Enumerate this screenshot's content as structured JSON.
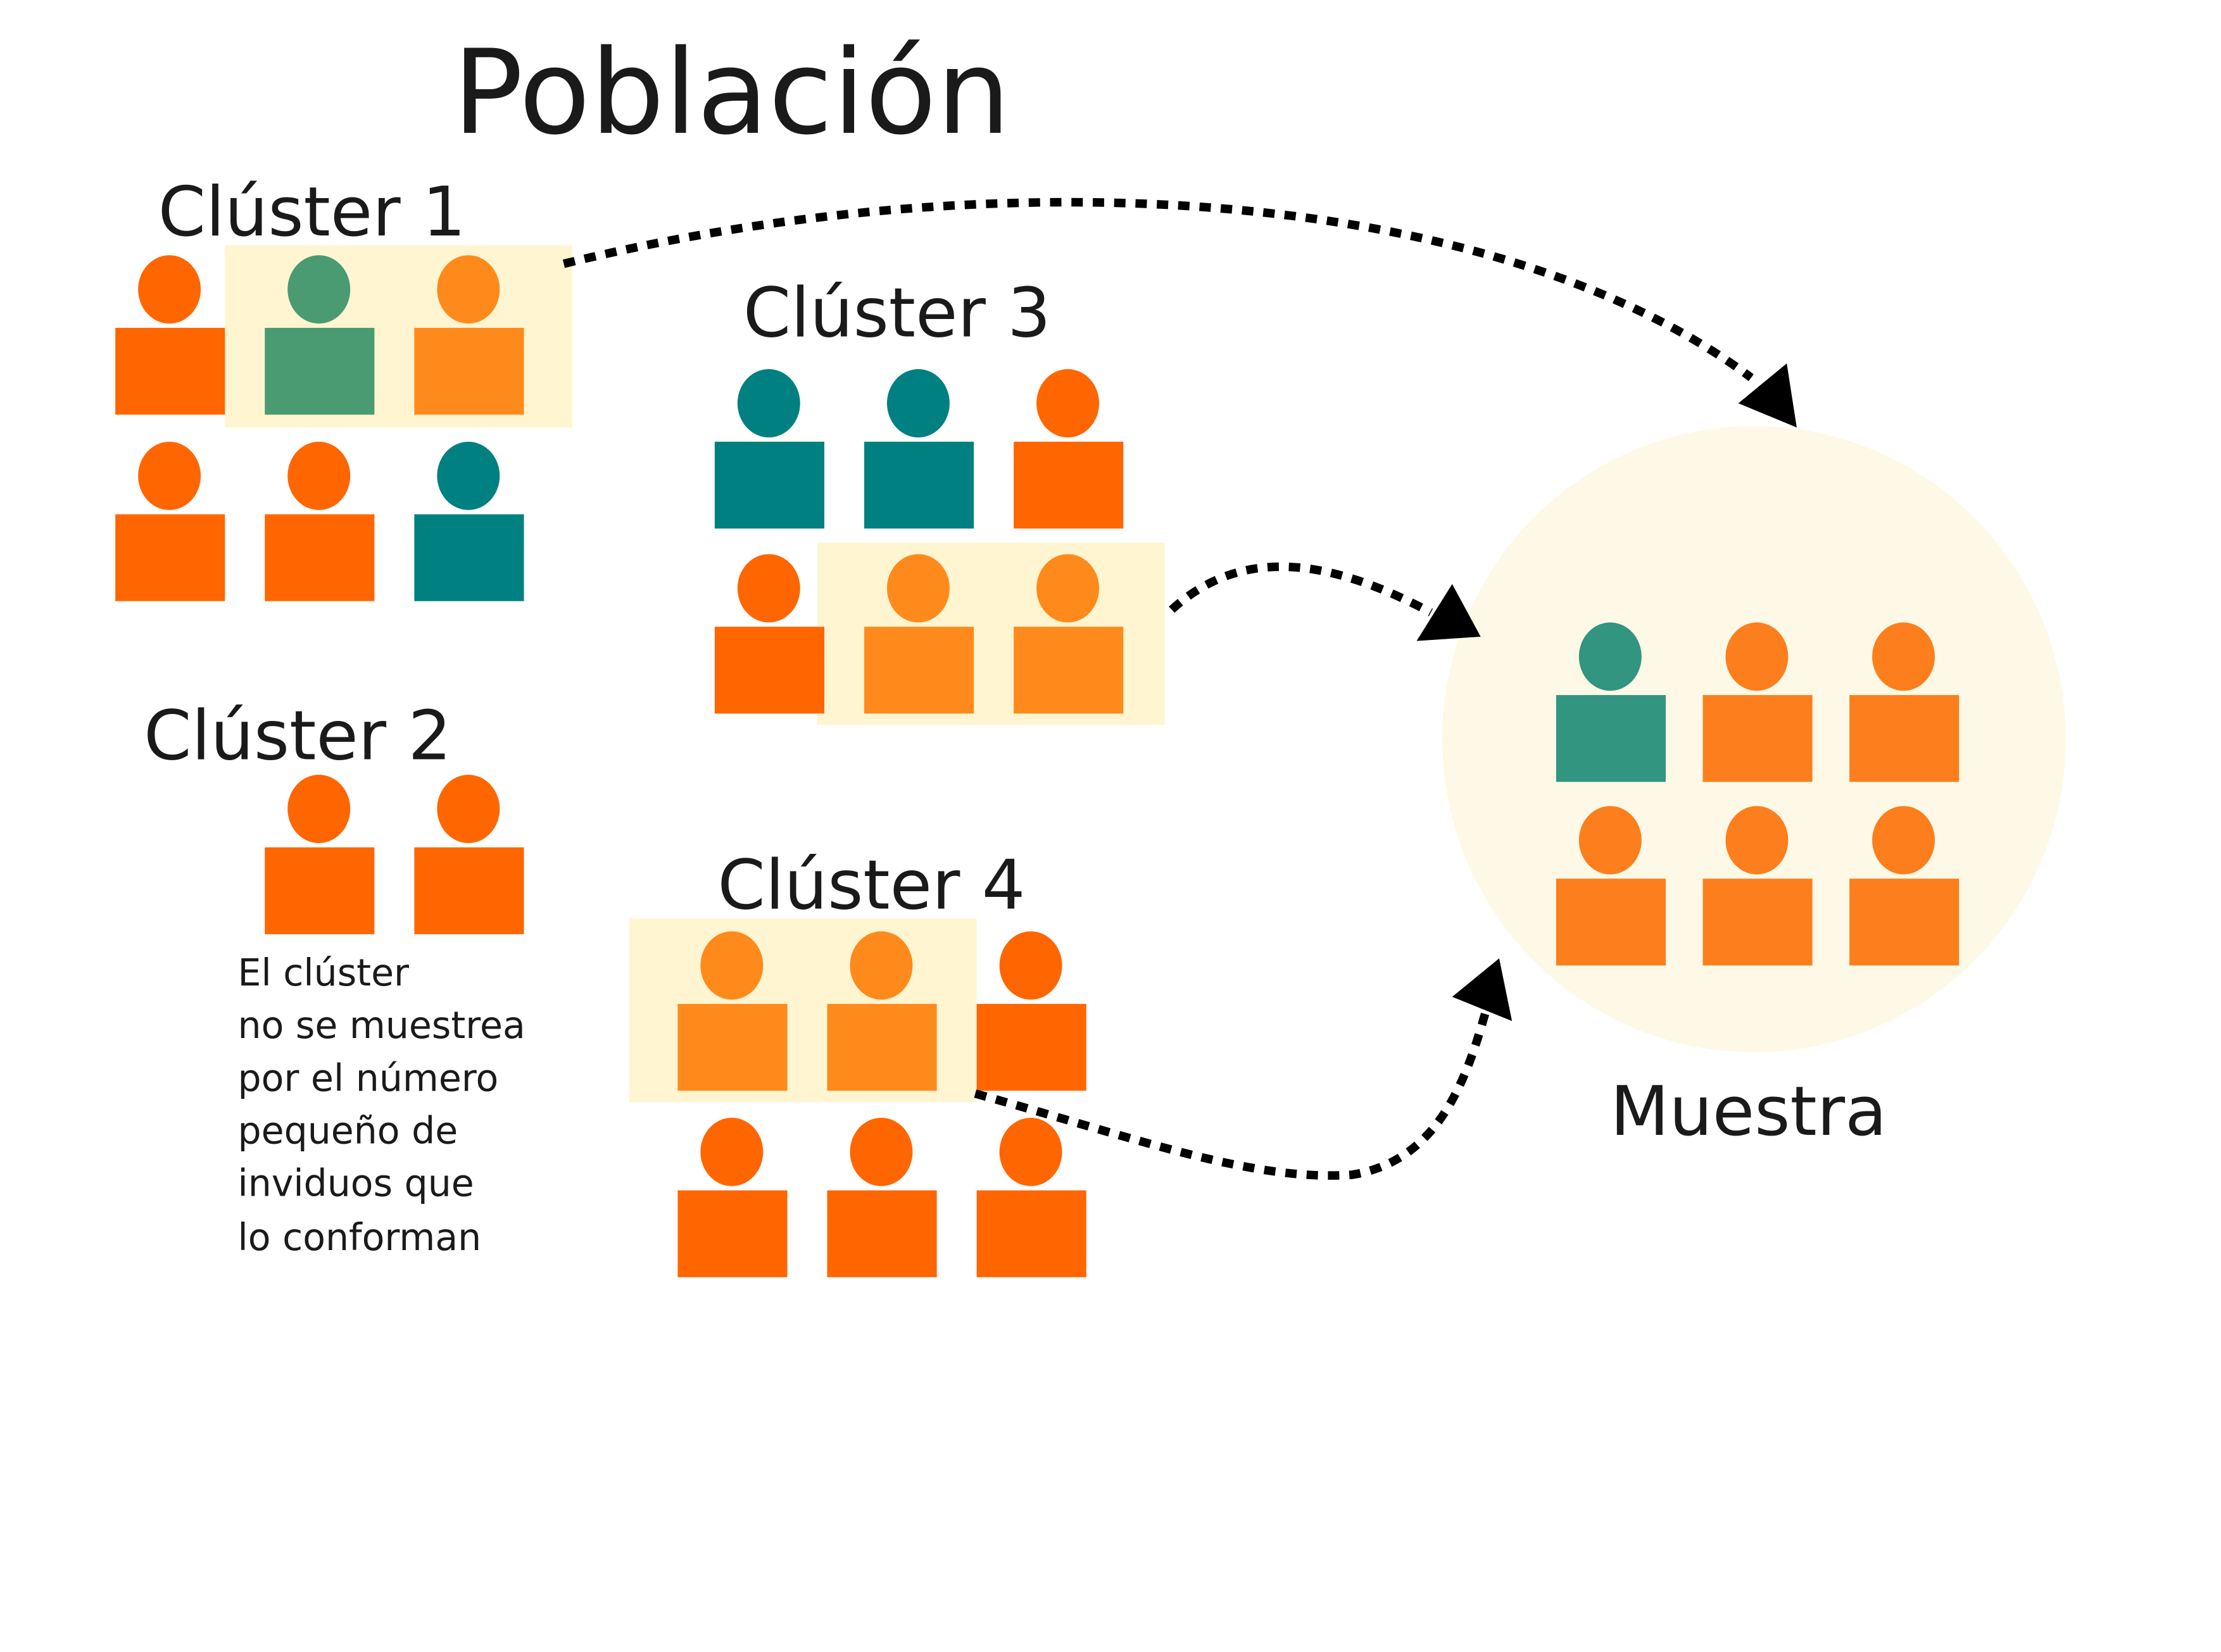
{
  "title": "Población",
  "colors": {
    "orange": "#ff6600",
    "light_orange": "#ff8a1c",
    "teal": "#008080",
    "green": "#4a9a72",
    "sample_teal": "#319580",
    "sample_orange": "#fd7e1c",
    "highlight": "#fff5d0",
    "sample_circle": "#fef9e6"
  },
  "clusters": [
    {
      "label": "Clúster 1",
      "people": [
        {
          "color": "orange",
          "selected": false
        },
        {
          "color": "green",
          "selected": true
        },
        {
          "color": "light_orange",
          "selected": true
        },
        {
          "color": "orange",
          "selected": false
        },
        {
          "color": "orange",
          "selected": false
        },
        {
          "color": "teal",
          "selected": false
        }
      ]
    },
    {
      "label": "Clúster 2",
      "people": [
        {
          "color": "orange",
          "selected": false
        },
        {
          "color": "orange",
          "selected": false
        }
      ],
      "note": [
        "El clúster",
        "no se muestrea",
        "por el número",
        "pequeño de",
        "inviduos que",
        "lo conforman"
      ]
    },
    {
      "label": "Clúster 3",
      "people": [
        {
          "color": "teal",
          "selected": false
        },
        {
          "color": "teal",
          "selected": false
        },
        {
          "color": "orange",
          "selected": false
        },
        {
          "color": "orange",
          "selected": false
        },
        {
          "color": "light_orange",
          "selected": true
        },
        {
          "color": "light_orange",
          "selected": true
        }
      ]
    },
    {
      "label": "Clúster 4",
      "people": [
        {
          "color": "light_orange",
          "selected": true
        },
        {
          "color": "light_orange",
          "selected": true
        },
        {
          "color": "orange",
          "selected": false
        },
        {
          "color": "orange",
          "selected": false
        },
        {
          "color": "orange",
          "selected": false
        },
        {
          "color": "orange",
          "selected": false
        }
      ]
    }
  ],
  "sample": {
    "label": "Muestra",
    "people": [
      {
        "color": "sample_teal"
      },
      {
        "color": "sample_orange"
      },
      {
        "color": "sample_orange"
      },
      {
        "color": "sample_orange"
      },
      {
        "color": "sample_orange"
      },
      {
        "color": "sample_orange"
      }
    ]
  },
  "arrows": [
    {
      "from": "Clúster 1",
      "to": "Muestra"
    },
    {
      "from": "Clúster 3",
      "to": "Muestra"
    },
    {
      "from": "Clúster 4",
      "to": "Muestra"
    }
  ]
}
